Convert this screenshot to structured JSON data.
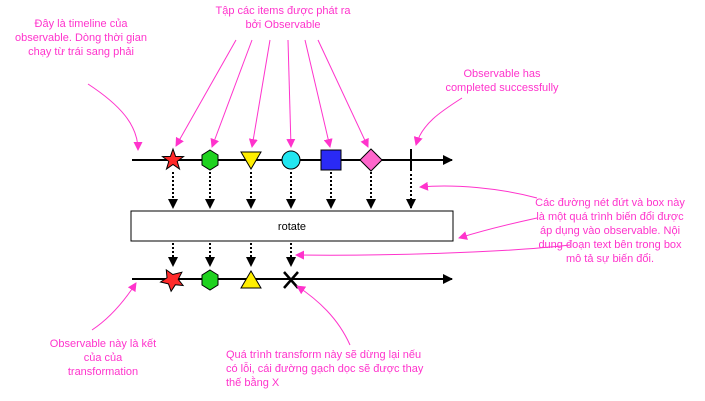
{
  "colors": {
    "annotation": "#ff33cc",
    "timeline": "#000000",
    "star": "#ff2a2a",
    "hexagon": "#1fd21f",
    "triangle": "#ffee00",
    "circle": "#22e6f0",
    "square": "#2a2af5",
    "diamond": "#ff66cc"
  },
  "annotations": {
    "timeline_note": [
      "Đây là timeline của",
      "observable. Dòng thời gian",
      "chạy từ trái sang phải"
    ],
    "items_note": [
      "Tập các items được phát ra",
      "bởi Observable"
    ],
    "completed_note": [
      "Observable has",
      "completed successfully"
    ],
    "operator_note": [
      "Các đường nét đứt và box này",
      "là một quá trình biến đổi được",
      "áp dụng vào observable. Nội",
      "dung đoạn text bên trong box",
      "mô tả sự biến đổi."
    ],
    "result_note": [
      "Observable này là kết",
      "của của",
      "transformation"
    ],
    "error_note": [
      "Quá trình transform này sẽ dừng lại nếu",
      "có lỗi, cái đường gạch dọc sẽ được thay",
      "thế bằng X"
    ]
  },
  "operator": {
    "label": "rotate"
  },
  "input_items": [
    "star",
    "hexagon",
    "triangle-down",
    "circle",
    "square",
    "diamond"
  ],
  "output_items": [
    "star",
    "hexagon",
    "triangle-up"
  ],
  "input_end": "completion-bar",
  "output_end": "error-x"
}
